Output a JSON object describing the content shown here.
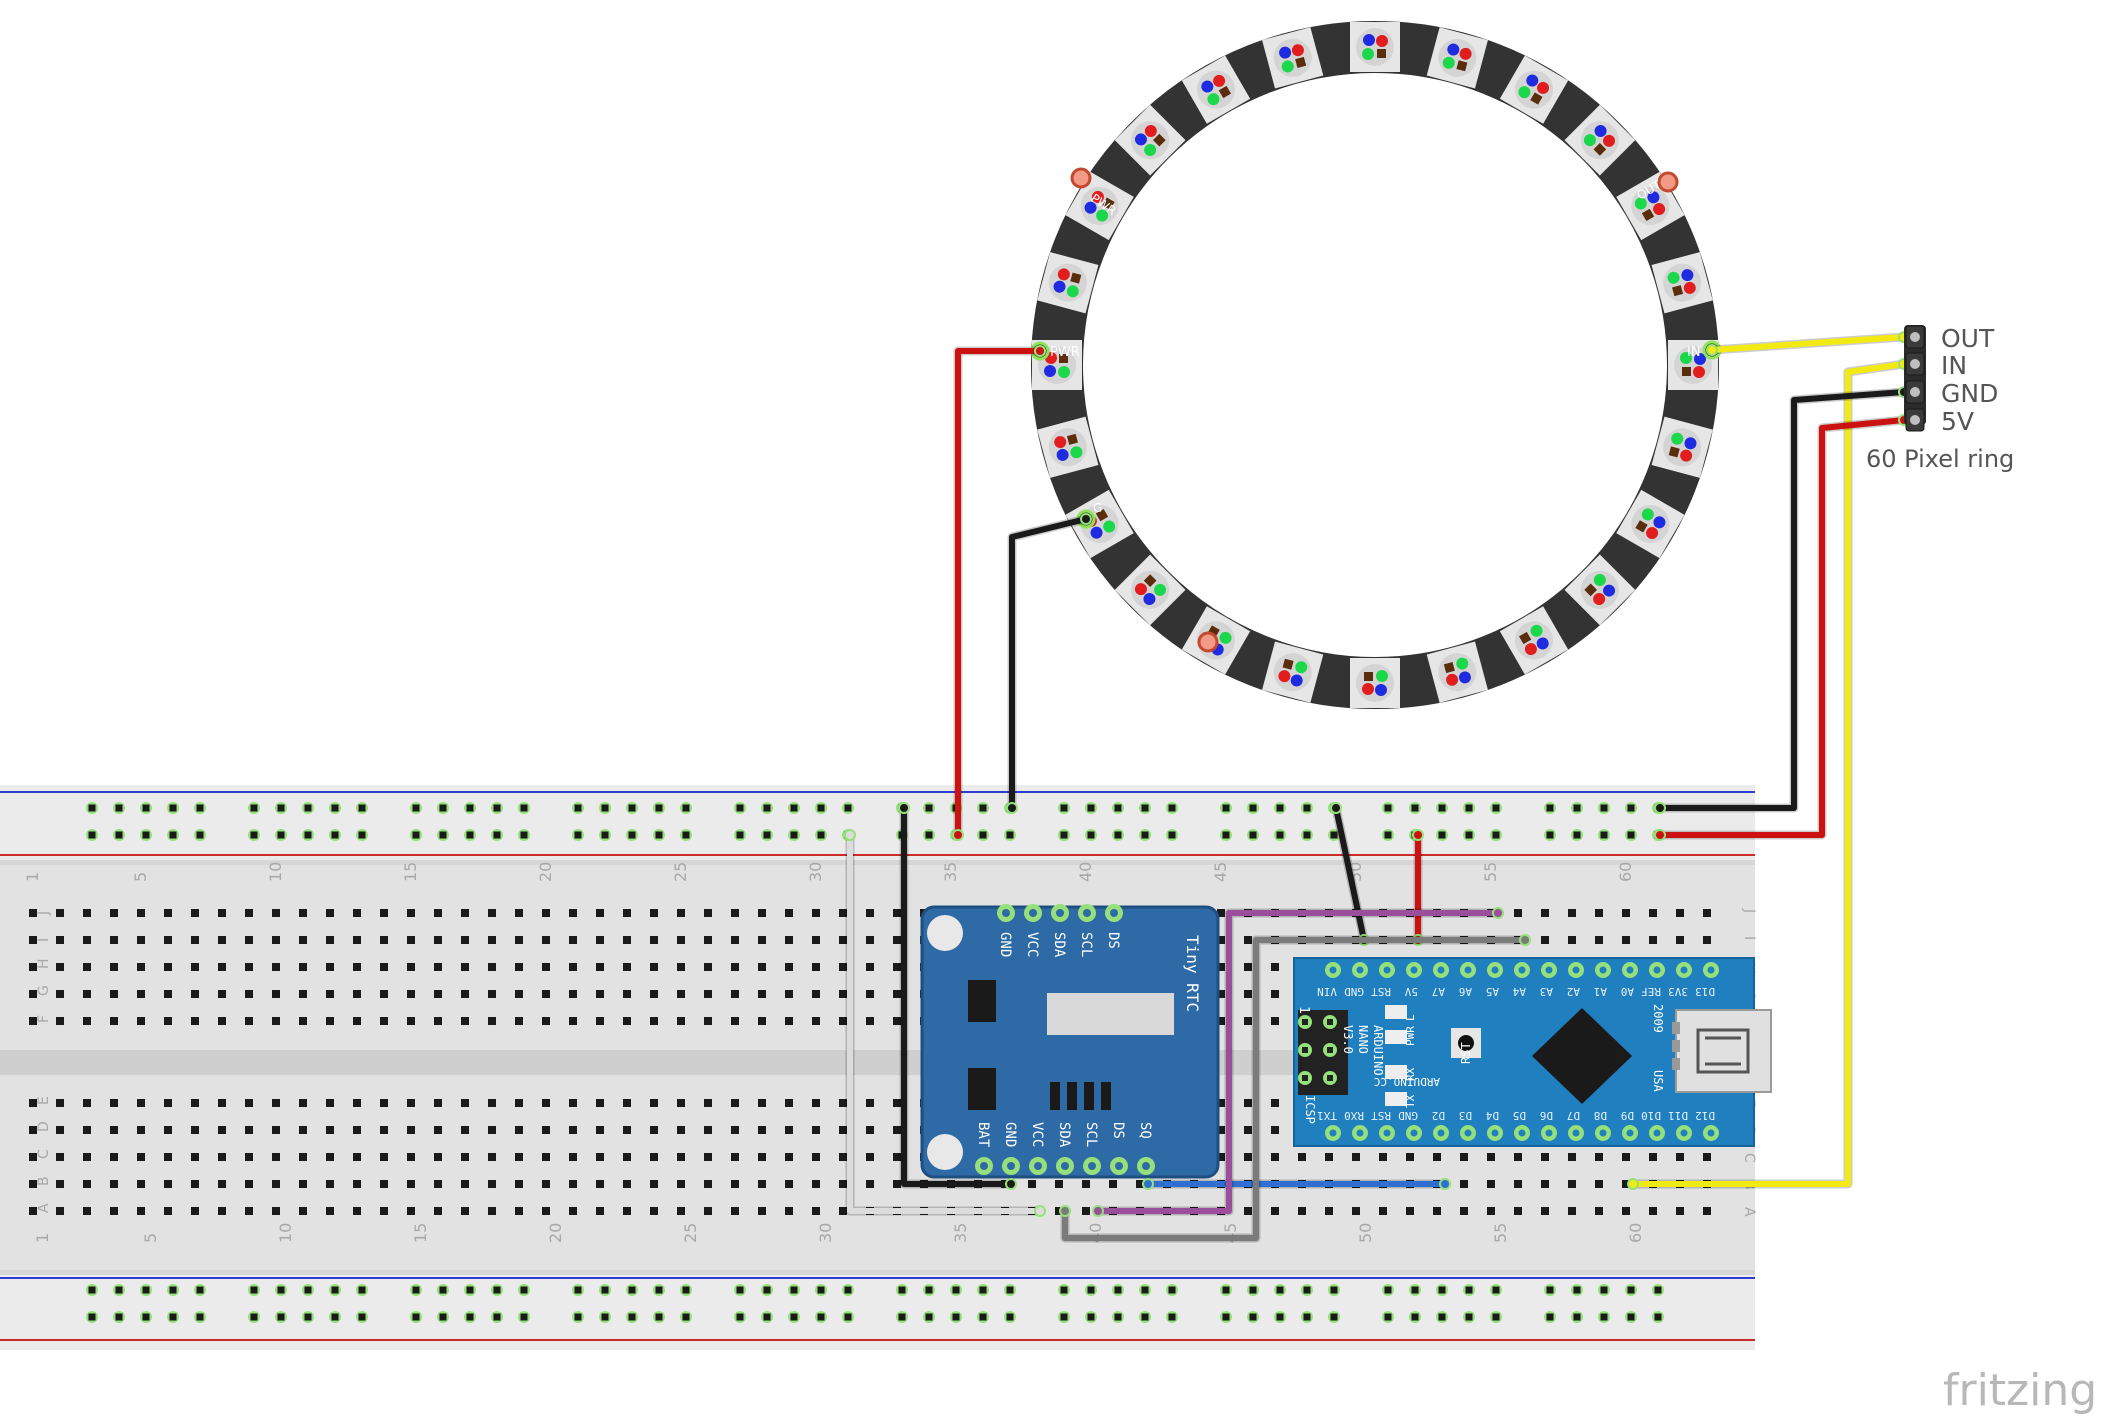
{
  "connector": {
    "labels": [
      "OUT",
      "IN",
      "GND",
      "5V"
    ],
    "caption": "60 Pixel ring"
  },
  "ring": {
    "pin_pwr_left": "PWR",
    "pin_pwr_top": "PWR",
    "pin_in": "IN",
    "pin_out": "OUT",
    "pin_gnd": "G"
  },
  "breadboard": {
    "column_numbers": [
      "1",
      "5",
      "10",
      "15",
      "20",
      "25",
      "30",
      "35",
      "40",
      "45",
      "50",
      "55",
      "60"
    ],
    "row_letters_top": [
      "J",
      "I",
      "H",
      "G",
      "F"
    ],
    "row_letters_bottom": [
      "E",
      "D",
      "C",
      "B",
      "A"
    ]
  },
  "rtc": {
    "title": "Tiny RTC",
    "top_pins": [
      "GND",
      "VCC",
      "SDA",
      "SCL",
      "DS"
    ],
    "bottom_pins": [
      "BAT",
      "GND",
      "VCC",
      "SDA",
      "SCL",
      "DS",
      "SQ"
    ]
  },
  "nano": {
    "top_pins": [
      "D13",
      "3V3",
      "REF",
      "A0",
      "A1",
      "A2",
      "A3",
      "A4",
      "A5",
      "A6",
      "A7",
      "5V",
      "RST",
      "GND",
      "VIN"
    ],
    "bottom_pins": [
      "D12",
      "D11",
      "D10",
      "D9",
      "D8",
      "D7",
      "D6",
      "D5",
      "D4",
      "D3",
      "D2",
      "GND",
      "RST",
      "RX0",
      "TX1"
    ],
    "board_text": [
      "ARDUINO",
      "NANO",
      "V3.0"
    ],
    "side_text": [
      "2009",
      "USA"
    ],
    "led_labels": [
      "L",
      "PWR",
      "RX",
      "TX"
    ],
    "rst_label": "RST",
    "url": "ARDUINO.CC",
    "icsp": "ICSP",
    "icsp_pin": "1"
  },
  "wire_colors": {
    "red": "#cc1111",
    "black": "#1a1a1a",
    "yellow": "#f2ea12",
    "white": "#dcdcdc",
    "gray": "#7b7b7b",
    "purple": "#9b4e9b",
    "blue": "#2f6fd1"
  },
  "watermark": "fritzing"
}
